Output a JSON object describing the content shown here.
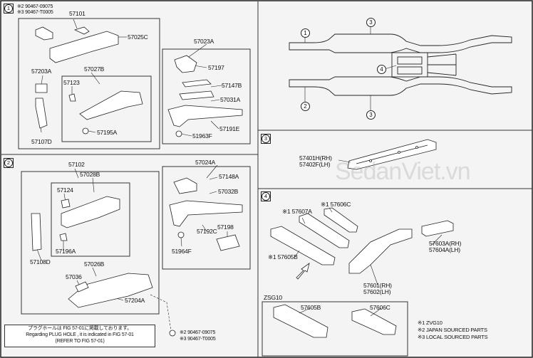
{
  "sections": {
    "s1": "1",
    "s2": "2",
    "s3": "3",
    "s4": "4"
  },
  "sec1": {
    "note_top": "※2 90467-09075",
    "note_top2": "※3 90467-T0005",
    "p57101": "57101",
    "p57025C": "57025C",
    "p57203A": "57203A",
    "p57027B": "57027B",
    "p57123": "57123",
    "p57195A": "57195A",
    "p57107D": "57107D",
    "p57023A": "57023A",
    "p57197": "57197",
    "p57147B": "57147B",
    "p57031A": "57031A",
    "p57191E": "57191E",
    "p51963F": "51963F"
  },
  "sec2": {
    "p57102": "57102",
    "p57028B": "57028B",
    "p57124": "57124",
    "p57196A": "57196A",
    "p57108D": "57108D",
    "p57026B": "57026B",
    "p57036": "57036",
    "p57204A": "57204A",
    "p57024A": "57024A",
    "p57148A": "57148A",
    "p57032B": "57032B",
    "p57192C": "57192C",
    "p57198": "57198",
    "p51964F": "51964F",
    "bolt1": "※2 90467-09075",
    "bolt2": "※3 90467-T0005"
  },
  "note": {
    "line1": "プラグホールは FIG 57-01に掲載しております。",
    "line2": "Regarding PLUG HOLE , it is indicated in FIG 57-01",
    "line3": "(REFER TO FIG 57-01)"
  },
  "overview": {
    "c1": "1",
    "c2": "2",
    "c3a": "3",
    "c3b": "3",
    "c4": "4"
  },
  "sec3": {
    "p57401H": "57401H(RH)",
    "p57402F": "57402F(LH)"
  },
  "sec4": {
    "p57607A": "※1 57607A",
    "p57606C": "※1 57606C",
    "p57605B": "※1 57605B",
    "p57603A": "57603A(RH)",
    "p57604A": "57604A(LH)",
    "p57601": "57601(RH)",
    "p57602": "57602(LH)",
    "zsg": "ZSG10",
    "p57605B2": "57605B",
    "p57606C2": "57606C",
    "leg1": "※1 ZVG10",
    "leg2": "※2 JAPAN SOURCED PARTS",
    "leg3": "※3 LOCAL SOURCED PARTS"
  },
  "watermark": "SedanViet.vn"
}
